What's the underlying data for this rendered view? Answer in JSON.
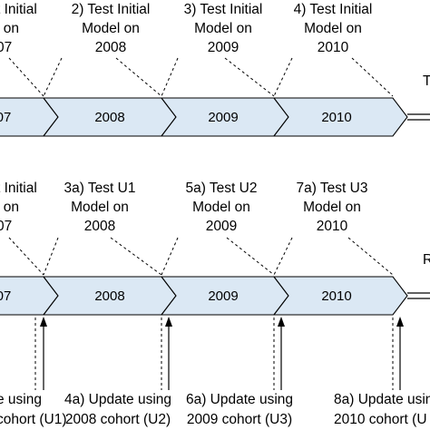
{
  "top_tests": [
    [
      "t Initial",
      "l on",
      "07"
    ],
    [
      "2) Test Initial",
      "Model on",
      "2008"
    ],
    [
      "3) Test Initial",
      "Model on",
      "2009"
    ],
    [
      "4) Test Initial",
      "Model on",
      "2010"
    ]
  ],
  "top_segments": [
    "07",
    "2008",
    "2009",
    "2010"
  ],
  "top_right_label": "T",
  "bottom_tests": [
    [
      "t Initial",
      "l on",
      "07"
    ],
    [
      "3a) Test U1",
      "Model on",
      "2008"
    ],
    [
      "5a) Test U2",
      "Model on",
      "2009"
    ],
    [
      "7a) Test U3",
      "Model on",
      "2010"
    ]
  ],
  "bottom_segments": [
    "07",
    "2008",
    "2009",
    "2010"
  ],
  "bottom_right_label": "R",
  "updates": [
    [
      "e using",
      "cohort (U1)"
    ],
    [
      "4a) Update using",
      "2008 cohort (U2)"
    ],
    [
      "6a) Update using",
      "2009 cohort (U3)"
    ],
    [
      "8a) Update usin",
      "2010 cohort (U"
    ]
  ]
}
